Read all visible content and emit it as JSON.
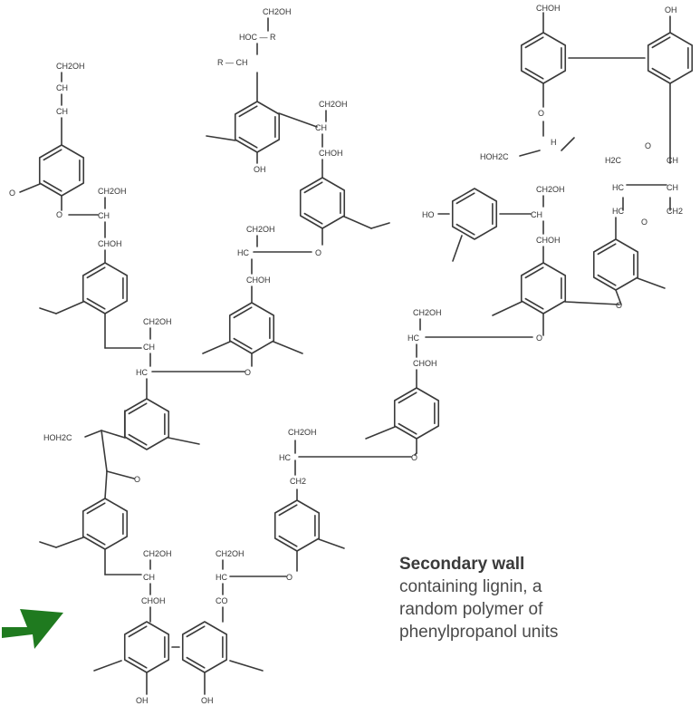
{
  "caption": {
    "title": "Secondary wall",
    "lines": [
      "containing lignin, a",
      "random polymer of",
      "phenylpropanol units"
    ]
  },
  "arrow_color": "#1f7a1f",
  "chem_labels": {
    "ch2oh": "CH2OH",
    "choh": "CHOH",
    "ch": "CH",
    "hc": "HC",
    "hoc_r": "HOC — R",
    "r_ch": "R — CH",
    "oh": "OH",
    "ho": "HO",
    "o": "O",
    "co": "CO",
    "ch2": "CH2",
    "hoh2c": "HOH2C",
    "h2c": "H2C",
    "h": "H"
  }
}
